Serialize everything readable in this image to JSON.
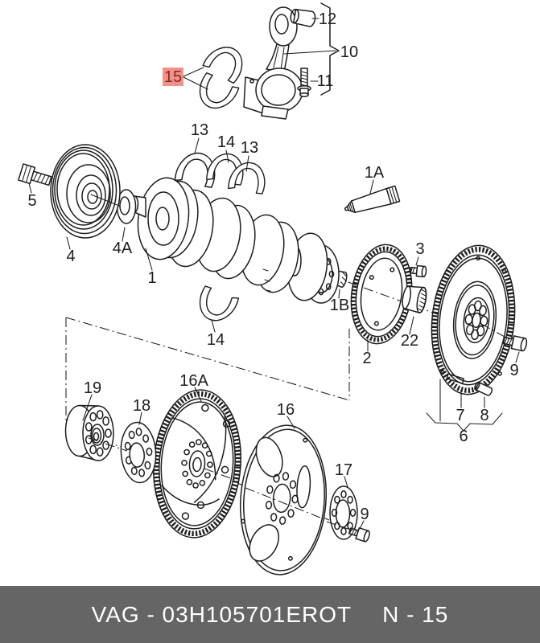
{
  "callouts": [
    {
      "label": "12"
    },
    {
      "label": "10"
    },
    {
      "label": "11"
    },
    {
      "label": "15",
      "highlighted": true
    },
    {
      "label": "13"
    },
    {
      "label": "14"
    },
    {
      "label": "13"
    },
    {
      "label": "5"
    },
    {
      "label": "4"
    },
    {
      "label": "4A"
    },
    {
      "label": "1"
    },
    {
      "label": "14"
    },
    {
      "label": "1A"
    },
    {
      "label": "1B"
    },
    {
      "label": "2"
    },
    {
      "label": "3"
    },
    {
      "label": "22"
    },
    {
      "label": "9"
    },
    {
      "label": "7"
    },
    {
      "label": "8"
    },
    {
      "label": "6"
    },
    {
      "label": "19"
    },
    {
      "label": "18"
    },
    {
      "label": "16A"
    },
    {
      "label": "16"
    },
    {
      "label": "17"
    },
    {
      "label": "9"
    }
  ],
  "footer": {
    "catalog_code": "VAG - 03H105701EROT",
    "page_ref": "N - 15",
    "bg_color": "#656565",
    "text_color": "#ffffff"
  },
  "colors": {
    "line": "#1d1d1d",
    "background": "#ffffff",
    "highlight_bg": "#f2918a",
    "highlight_text": "#7e2a24"
  }
}
